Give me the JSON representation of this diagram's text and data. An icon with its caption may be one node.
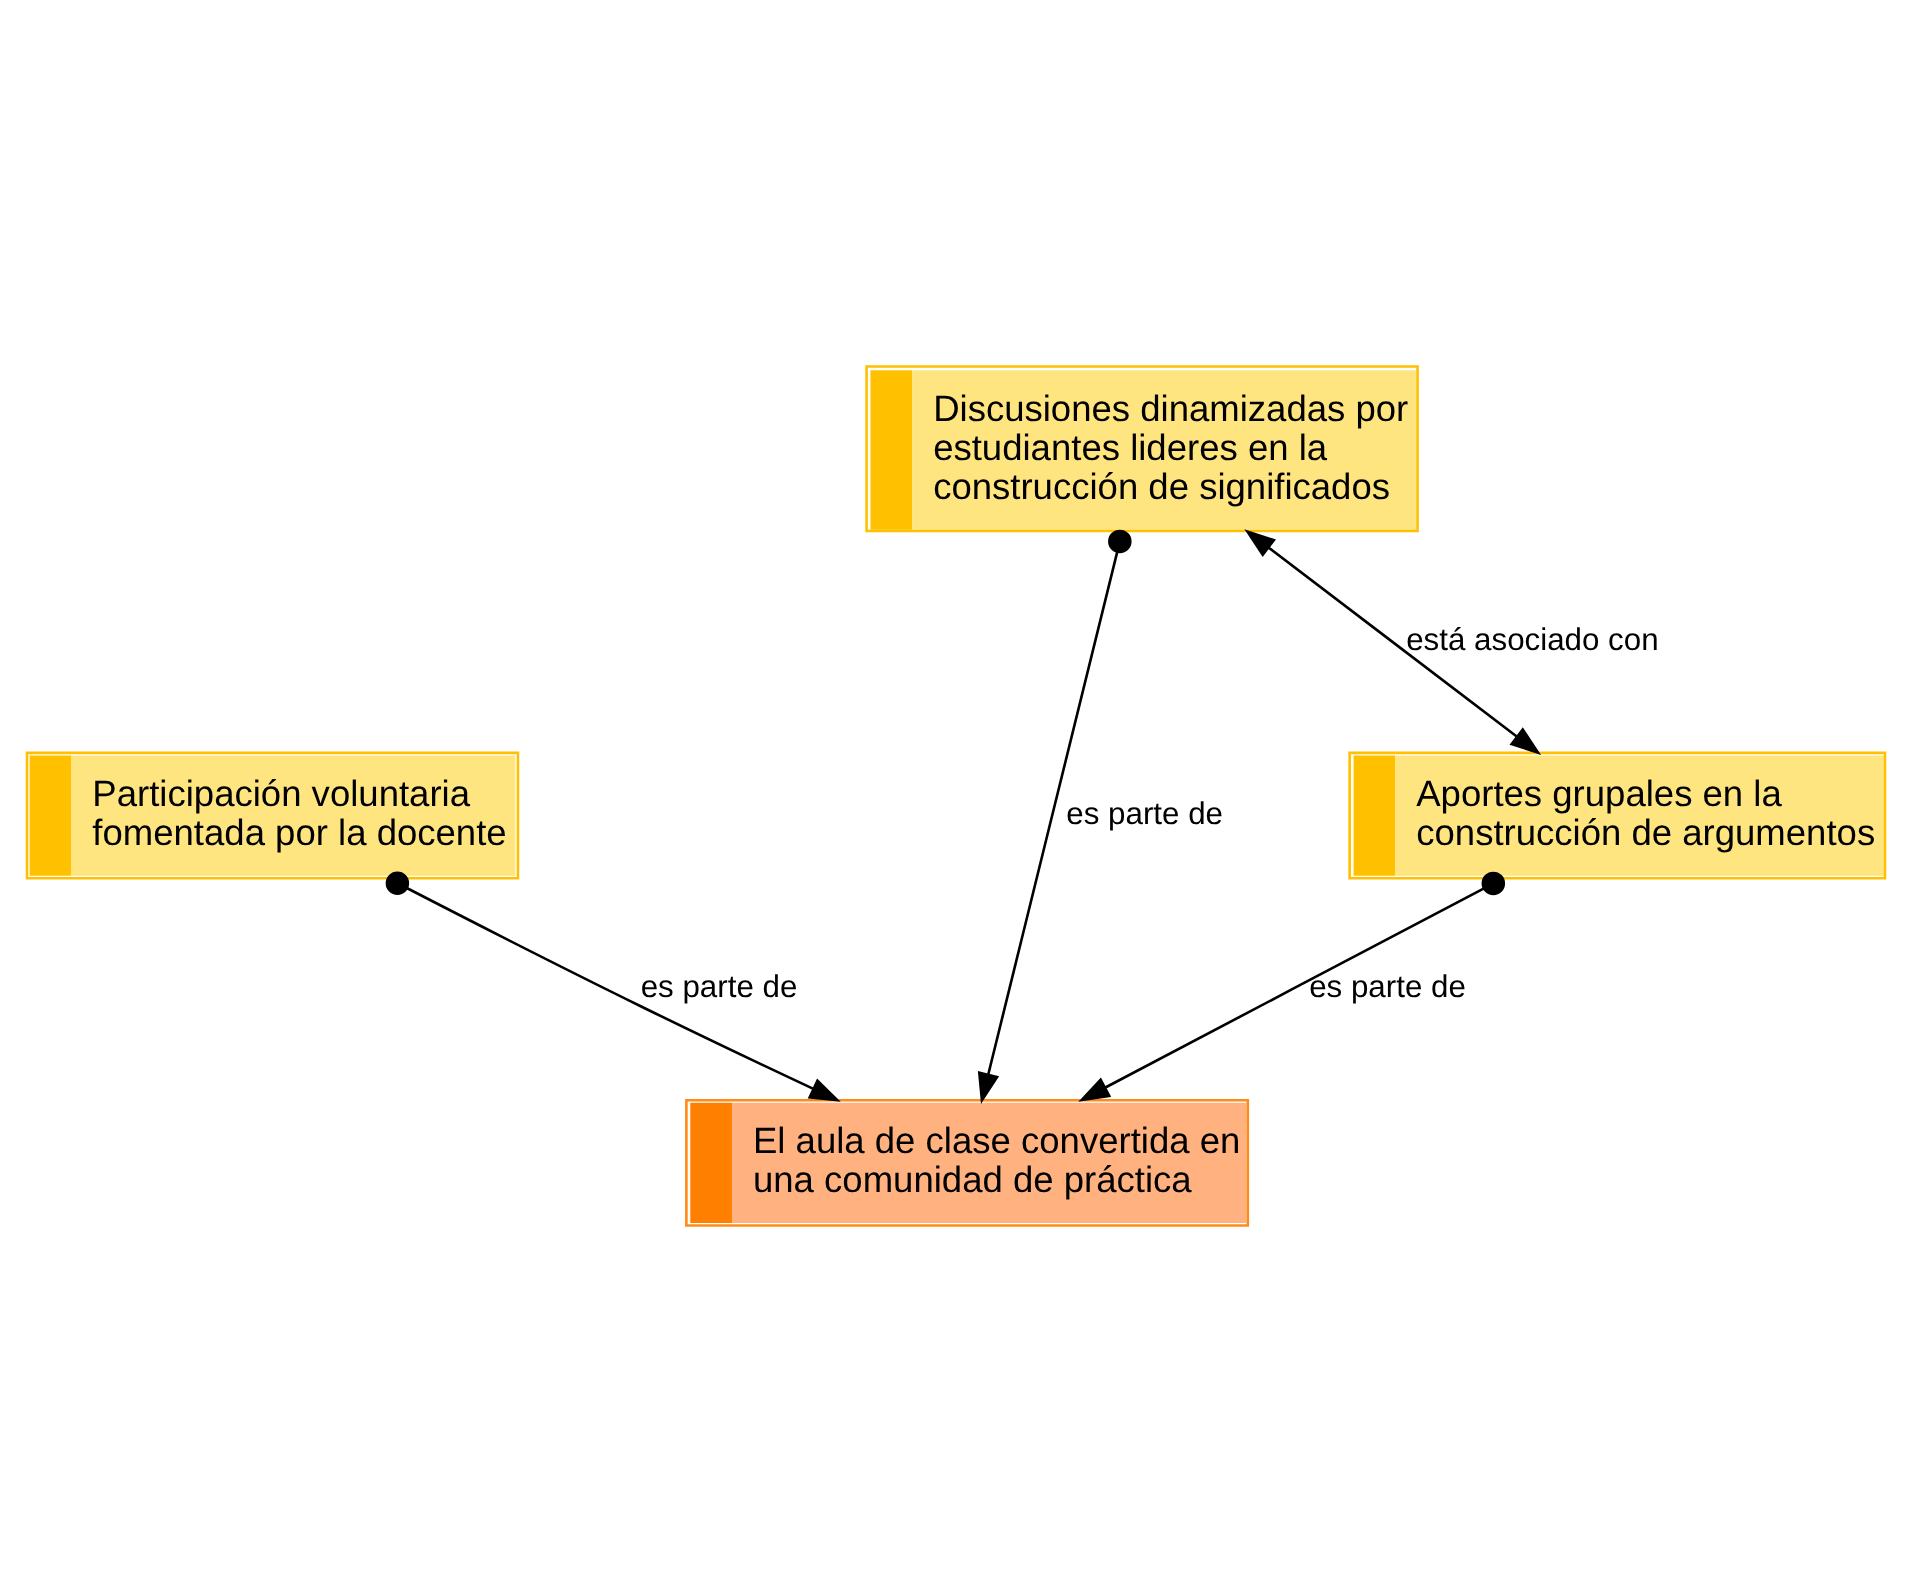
{
  "diagram": {
    "nodes": [
      {
        "text": [
          "Participación voluntaria fomentada por la docente"
        ]
      },
      {
        "text": [
          "El aula de clase convertida en una comunidad de práctica"
        ]
      },
      {
        "text": [
          "Aportes grupales en la construcción de argumentos"
        ]
      },
      {
        "text": [
          "Discusiones dinamizadas por estudiantes lideres en la construcción de significados"
        ]
      }
    ],
    "edges": [
      {
        "from": 0,
        "to": 1,
        "arrow": "to",
        "label": "es parte de"
      },
      {
        "from": 2,
        "to": 1,
        "arrow": "to",
        "label": "es parte de"
      },
      {
        "from": 3,
        "to": 1,
        "arrow": "to",
        "label": "es parte de"
      },
      {
        "from": 3,
        "to": 2,
        "arrow": "both",
        "label": "está asociado con"
      }
    ]
  }
}
